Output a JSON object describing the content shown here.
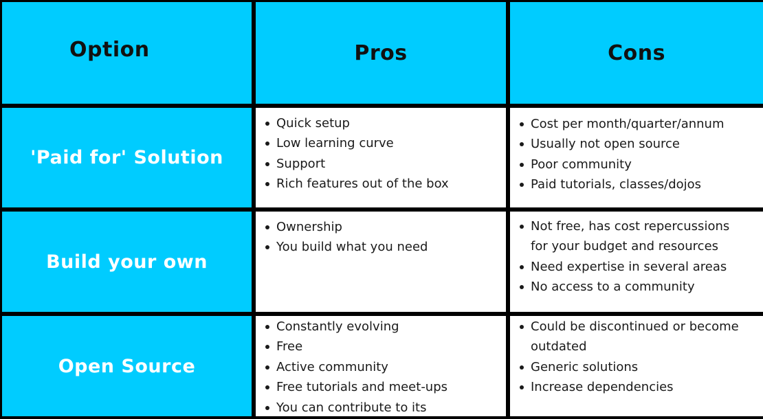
{
  "table": {
    "headers": [
      "Option",
      "Pros",
      "Cons"
    ],
    "colors": {
      "header_bg": "#00ccff",
      "label_bg": "#00ccff",
      "border": "#000000",
      "body_bg": "#ffffff",
      "label_text": "#ffffff",
      "header_text": "#111111"
    },
    "rows": [
      {
        "option": "'Paid for' Solution",
        "pros": [
          "Quick setup",
          "Low learning curve",
          "Support",
          "Rich features out of the box"
        ],
        "cons": [
          "Cost per month/quarter/annum",
          "Usually not open source",
          "Poor community",
          "Paid tutorials, classes/dojos"
        ]
      },
      {
        "option": "Build your own",
        "pros": [
          "Ownership",
          "You build what you need"
        ],
        "cons": [
          "Not free, has cost repercussions\nfor your budget and resources",
          "Need expertise in several areas",
          "No access to a community"
        ]
      },
      {
        "option": "Open Source",
        "pros": [
          "Constantly evolving",
          "Free",
          "Active community",
          "Free tutorials and meet-ups",
          "You can contribute to its"
        ],
        "cons": [
          "Could be discontinued or become\noutdated",
          "Generic solutions",
          "Increase dependencies"
        ]
      }
    ]
  }
}
